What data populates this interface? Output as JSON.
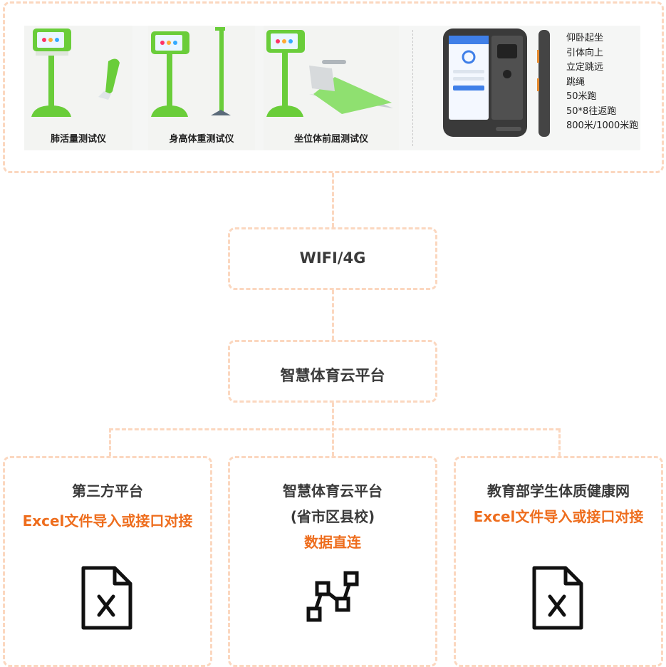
{
  "devices": [
    {
      "caption": "肺活量测试仪",
      "icon": "spirometer-kiosk-icon"
    },
    {
      "caption": "身高体重测试仪",
      "icon": "height-weight-kiosk-icon"
    },
    {
      "caption": "坐位体前屈测试仪",
      "icon": "sit-and-reach-kiosk-icon"
    }
  ],
  "handheld": {
    "icon": "handheld-terminal-icon"
  },
  "tests": [
    "仰卧起坐",
    "引体向上",
    "立定跳远",
    "跳绳",
    "50米跑",
    "50*8往返跑",
    "800米/1000米跑"
  ],
  "wifi_label": "WIFI/4G",
  "cloud_label": "智慧体育云平台",
  "targets": [
    {
      "title": "第三方平台",
      "subtitle": "",
      "action": "Excel文件导入或接口对接",
      "icon": "excel-file-icon"
    },
    {
      "title": "智慧体育云平台",
      "subtitle": "(省市区县校)",
      "action": "数据直连",
      "icon": "network-connection-icon"
    },
    {
      "title": "教育部学生体质健康网",
      "subtitle": "",
      "action": "Excel文件导入或接口对接",
      "icon": "excel-file-icon"
    }
  ],
  "colors": {
    "dash": "#fbd7bf",
    "accent": "#ee6d1d",
    "device_green": "#6acd3a",
    "text": "#3a3a3a"
  }
}
